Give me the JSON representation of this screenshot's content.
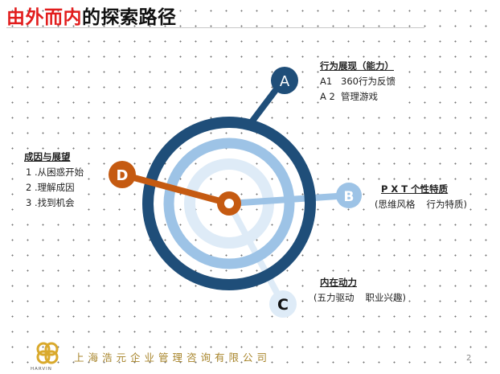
{
  "title": {
    "highlight": "由外而内",
    "rest": "的探索路径"
  },
  "colors": {
    "dark_blue": "#1f4e79",
    "mid_blue": "#9dc3e6",
    "light_blue": "#deebf7",
    "orange": "#c55a11",
    "title_red": "#e21d1d"
  },
  "nodes": {
    "a": "A",
    "b": "B",
    "c": "C",
    "d": "D"
  },
  "block_a": {
    "heading": "行为展现（能力）",
    "items": [
      {
        "code": "A1",
        "text": "360行为反馈"
      },
      {
        "code": "A 2",
        "text": "管理游戏"
      }
    ]
  },
  "block_b": {
    "heading": "P X T 个性特质",
    "left": "(思维风格",
    "right": "行为特质)"
  },
  "block_c": {
    "heading": "内在动力",
    "left": "(五力驱动",
    "right": "职业兴趣)"
  },
  "block_d": {
    "heading": "成因与展望",
    "items": [
      "1 .从困惑开始",
      "2 .理解成因",
      "3 .找到机会"
    ]
  },
  "footer": {
    "logo_icon": "harvin-logo-icon",
    "logo_text": "HARVIN",
    "company": "上海浩元企业管理咨询有限公司",
    "page": "2"
  }
}
